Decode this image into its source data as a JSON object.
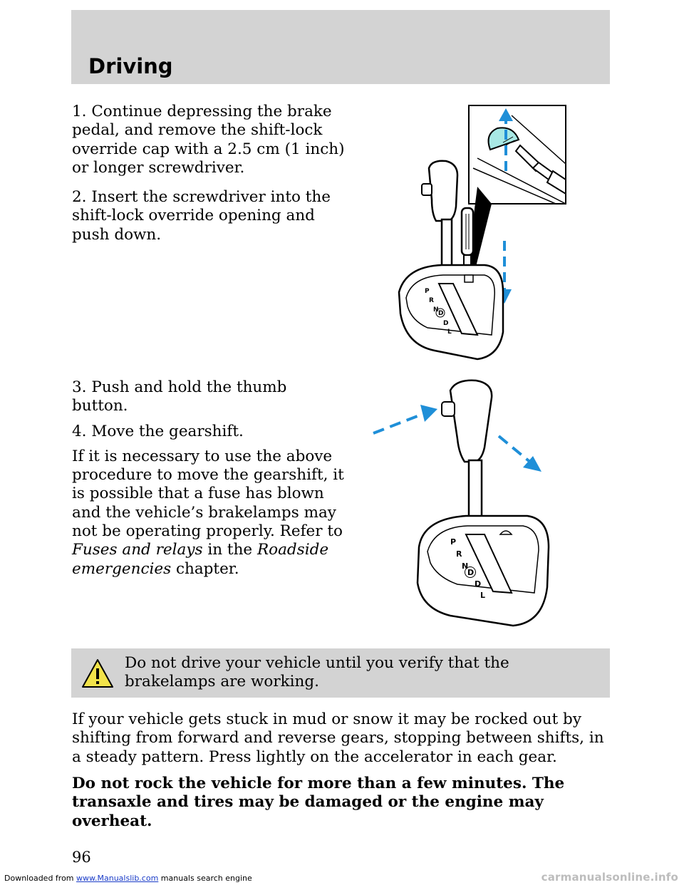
{
  "header": {
    "section_title": "Driving"
  },
  "steps_1": {
    "step1": "1. Continue depressing the brake pedal, and remove the shift-lock override cap with a 2.5 cm (1 inch) or longer screwdriver.",
    "step2": "2. Insert the screwdriver into the shift-lock override opening and push down."
  },
  "steps_2": {
    "step3": "3. Push and hold the thumb button.",
    "step4": "4. Move the gearshift.",
    "note_part1": "If it is necessary to use the above procedure to move the gearshift, it is possible that a fuse has blown and the vehicle’s brakelamps may not be operating properly. Refer to ",
    "note_link1": "Fuses and relays",
    "note_part2": " in the ",
    "note_link2": "Roadside emergencies",
    "note_part3": " chapter."
  },
  "gear_labels": [
    "P",
    "R",
    "N",
    "D",
    "D",
    "L"
  ],
  "warning": {
    "icon": "warning-triangle-icon",
    "text": "Do not drive your vehicle until you verify that the brakelamps are working."
  },
  "rocking": {
    "paragraph": "If your vehicle gets stuck in mud or snow it may be rocked out by shifting from forward and reverse gears, stopping between shifts, in a steady pattern. Press lightly on the accelerator in each gear.",
    "bold_warning": "Do not rock the vehicle for more than a few minutes. The transaxle and tires may be damaged or the engine may overheat."
  },
  "page_number": "96",
  "footer": {
    "downloaded_from": "Downloaded from ",
    "site_link": "www.Manualslib.com",
    "tagline": " manuals search engine",
    "watermark": "carmanualsonline.info"
  },
  "colors": {
    "band_gray": "#d3d3d3",
    "arrow_blue": "#1f8fd8",
    "cap_teal": "#a8e8e4",
    "warning_yellow": "#f2e34a"
  }
}
